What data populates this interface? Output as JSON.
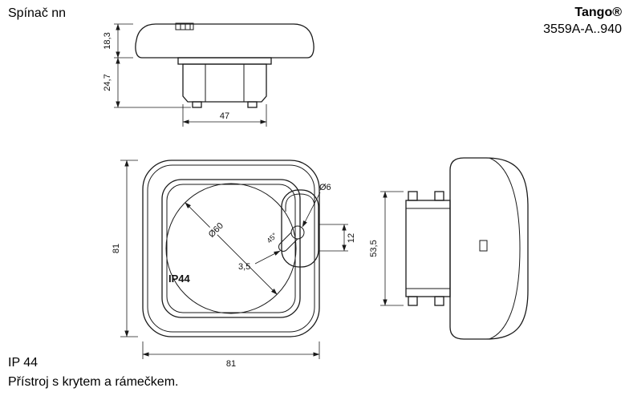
{
  "header": {
    "title": "Spínač nn",
    "brand": "Tango®",
    "model": "3559A-A..940"
  },
  "footer": {
    "ip_rating": "IP 44",
    "description": "Přístroj s krytem a rámečkem."
  },
  "dims": {
    "top": {
      "h1": "18,3",
      "h2": "24,7",
      "w": "47"
    },
    "front": {
      "height": "81",
      "width": "81",
      "rocker_dia": "Ø60",
      "hole_dia": "Ø6",
      "hole_offset": "12",
      "slot_width": "3,5",
      "slot_angle": "45°",
      "ip_mark": "IP44"
    },
    "side": {
      "depth": "53,5"
    }
  }
}
